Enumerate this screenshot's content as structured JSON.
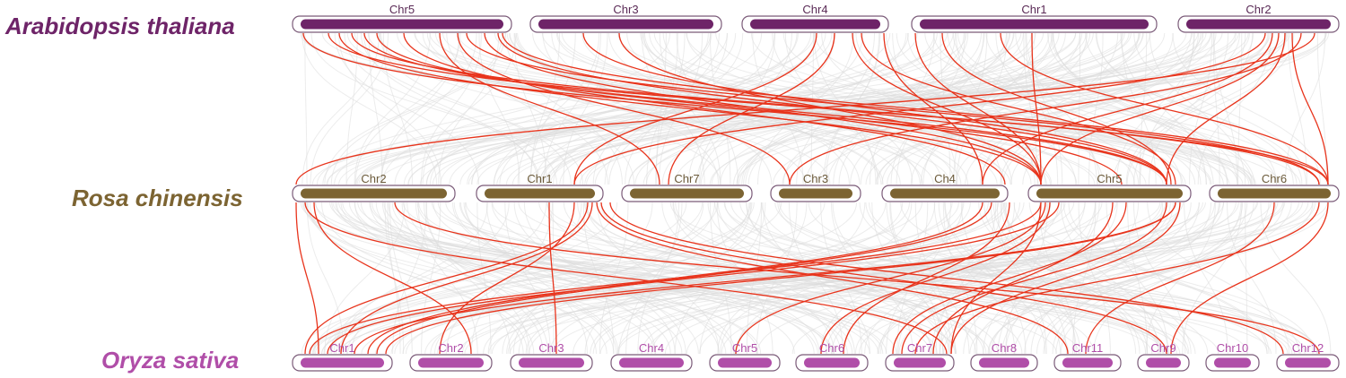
{
  "species": [
    {
      "name": "Arabidopsis thaliana",
      "color": "#6e2468",
      "chromosomes": [
        "Chr5",
        "Chr3",
        "Chr4",
        "Chr1",
        "Chr2"
      ]
    },
    {
      "name": "Rosa chinensis",
      "color": "#7c6432",
      "chromosomes": [
        "Chr2",
        "Chr1",
        "Chr7",
        "Chr3",
        "Ch4",
        "Chr5",
        "Chr6"
      ]
    },
    {
      "name": "Oryza sativa",
      "color": "#b04ea8",
      "chromosomes": [
        "Chr1",
        "Chr2",
        "Chr3",
        "Chr4",
        "Chr5",
        "Chr6",
        "Chr7",
        "Chr8",
        "Chr11",
        "Chr9",
        "Chr10",
        "Chr12"
      ]
    }
  ],
  "colors": {
    "highlight_link": "#e8341c",
    "background_link": "#dcdcdc",
    "outline": "#7a5a78"
  }
}
